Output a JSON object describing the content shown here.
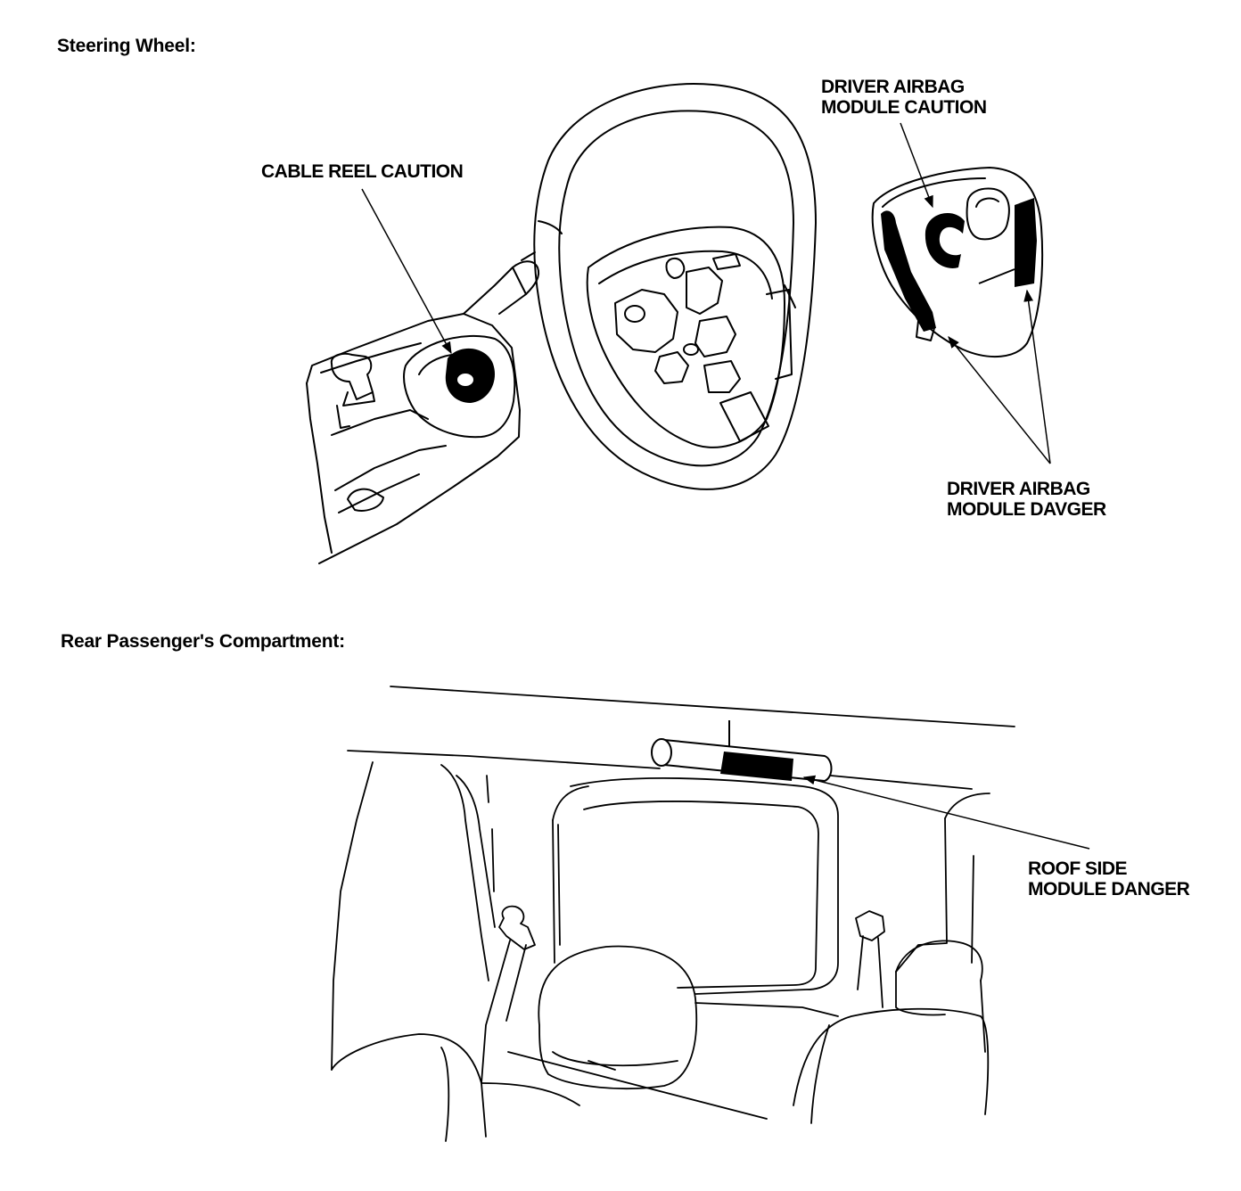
{
  "sections": {
    "steering_wheel": {
      "heading": "Steering Wheel:"
    },
    "rear_compartment": {
      "heading": "Rear Passenger's Compartment:"
    }
  },
  "labels": {
    "cable_reel_caution": {
      "line1": "CABLE REEL CAUTION"
    },
    "driver_airbag_caution": {
      "line1": "DRIVER AIRBAG",
      "line2": "MODULE CAUTION"
    },
    "driver_airbag_danger": {
      "line1": "DRIVER AIRBAG",
      "line2": "MODULE DAVGER"
    },
    "roof_side_danger": {
      "line1": "ROOF SIDE",
      "line2": "MODULE DANGER"
    }
  },
  "colors": {
    "ink": "#000000",
    "paper": "#ffffff"
  }
}
